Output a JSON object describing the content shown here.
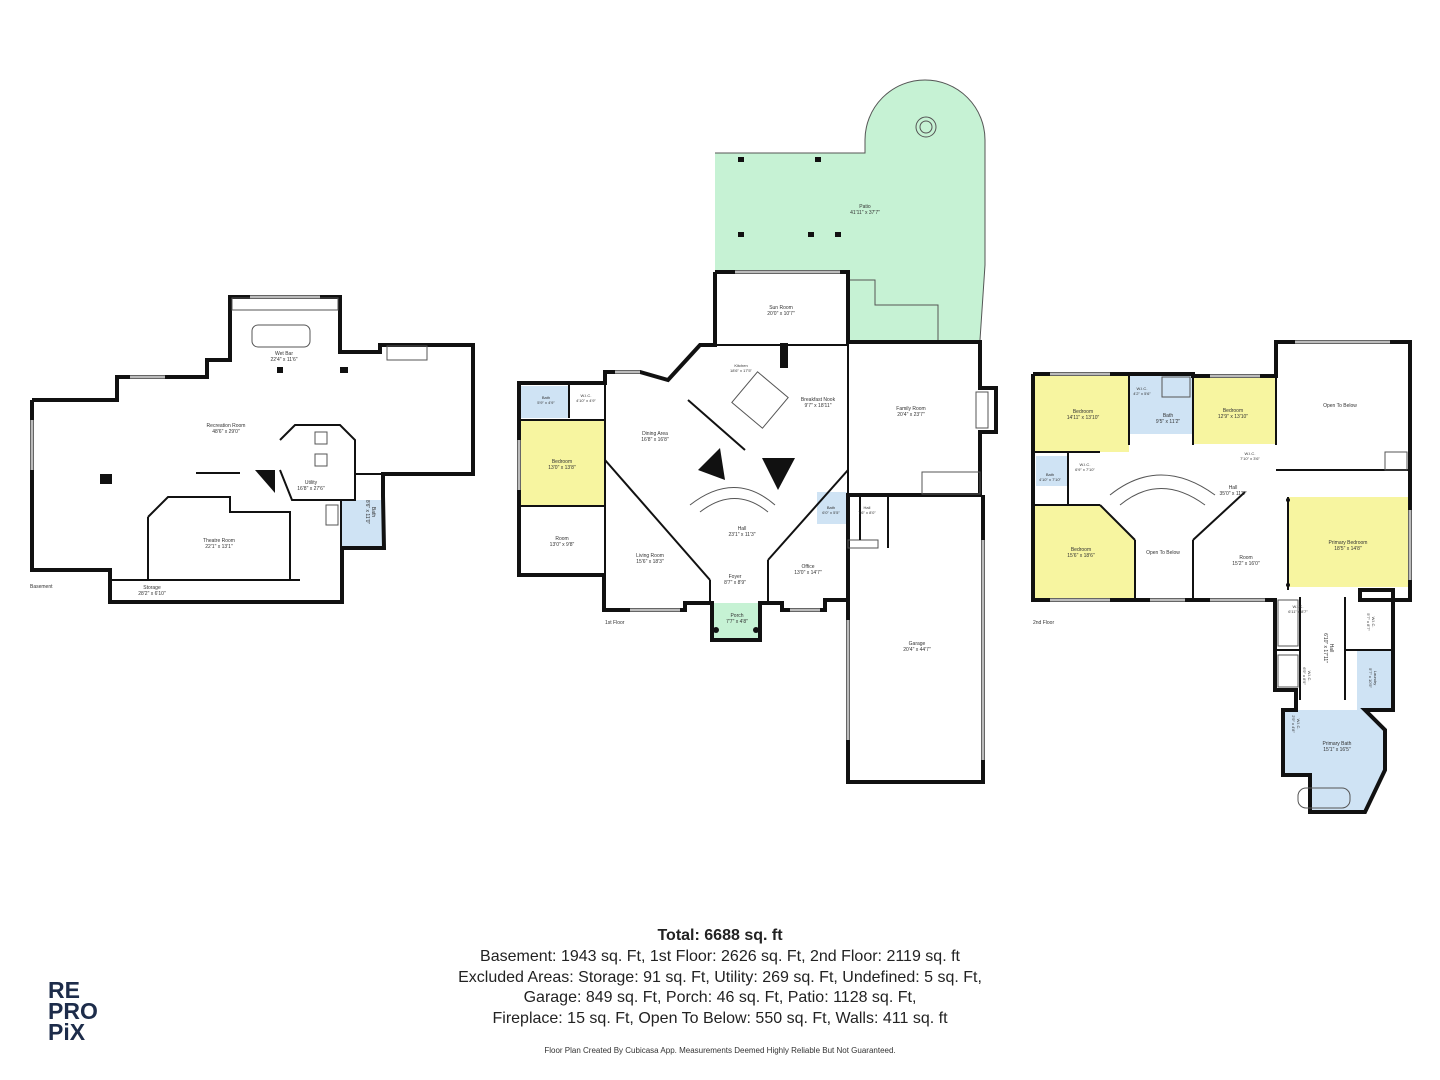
{
  "floors": [
    {
      "label": "Basement",
      "rooms": [
        {
          "name": "Wet Bar",
          "dims": "22'4\" x 11'6\""
        },
        {
          "name": "Recreation Room",
          "dims": "48'6\" x 29'0\""
        },
        {
          "name": "Utility",
          "dims": "16'8\" x 27'6\""
        },
        {
          "name": "Theatre Room",
          "dims": "22'1\" x 13'1\""
        },
        {
          "name": "Storage",
          "dims": "28'2\" x 6'10\""
        },
        {
          "name": "Bath",
          "dims": "8'6\" x 11'0\""
        }
      ]
    },
    {
      "label": "1st Floor",
      "rooms": [
        {
          "name": "Patio",
          "dims": "41'11\" x 37'7\""
        },
        {
          "name": "Sun Room",
          "dims": "20'0\" x 10'7\""
        },
        {
          "name": "Kitchen",
          "dims": "18'6\" x 17'5\""
        },
        {
          "name": "Breakfast Nook",
          "dims": "9'7\" x 18'11\""
        },
        {
          "name": "Family Room",
          "dims": "20'4\" x 23'7\""
        },
        {
          "name": "Bath",
          "dims": "5'9\" x 4'9\""
        },
        {
          "name": "W.I.C.",
          "dims": "4'10\" x 4'9\""
        },
        {
          "name": "Bedroom",
          "dims": "13'0\" x 13'8\""
        },
        {
          "name": "Dining Area",
          "dims": "16'8\" x 16'8\""
        },
        {
          "name": "Room",
          "dims": "13'0\" x 9'8\""
        },
        {
          "name": "Hall",
          "dims": "23'1\" x 11'3\""
        },
        {
          "name": "Living Room",
          "dims": "15'6\" x 18'3\""
        },
        {
          "name": "Foyer",
          "dims": "8'7\" x 8'9\""
        },
        {
          "name": "Porch",
          "dims": "7'7\" x 4'8\""
        },
        {
          "name": "Bath",
          "dims": "6'0\" x 5'5\""
        },
        {
          "name": "Hall",
          "dims": "7'6\" x 8'0\""
        },
        {
          "name": "Office",
          "dims": "13'0\" x 14'7\""
        },
        {
          "name": "Garage",
          "dims": "20'4\" x 44'7\""
        }
      ]
    },
    {
      "label": "2nd Floor",
      "rooms": [
        {
          "name": "Bedroom",
          "dims": "14'11\" x 13'10\""
        },
        {
          "name": "W.I.C.",
          "dims": "4'2\" x 5'6\""
        },
        {
          "name": "Bath",
          "dims": "9'5\" x 11'2\""
        },
        {
          "name": "Bedroom",
          "dims": "12'9\" x 13'10\""
        },
        {
          "name": "W.I.C.",
          "dims": "7'10\" x 3'6\""
        },
        {
          "name": "Open To Below",
          "dims": ""
        },
        {
          "name": "Bath",
          "dims": "4'10\" x 7'10\""
        },
        {
          "name": "W.I.C.",
          "dims": "6'9\" x 7'10\""
        },
        {
          "name": "Hall",
          "dims": "35'0\" x 11'5\""
        },
        {
          "name": "Bedroom",
          "dims": "15'6\" x 18'6\""
        },
        {
          "name": "Open To Below",
          "dims": ""
        },
        {
          "name": "Room",
          "dims": "15'2\" x 16'0\""
        },
        {
          "name": "Primary Bedroom",
          "dims": "18'5\" x 14'8\""
        },
        {
          "name": "W.I.C.",
          "dims": "6'11\" x 8'7\""
        },
        {
          "name": "Hall",
          "dims": "6'10\" x 17'11\""
        },
        {
          "name": "W.I.C.",
          "dims": "5'7\" x 8'7\""
        },
        {
          "name": "W.I.C.",
          "dims": "6'9\" x 8'9\""
        },
        {
          "name": "Laundry",
          "dims": "5'7\" x 10'5\""
        },
        {
          "name": "W.I.C.",
          "dims": "2'9\" x 4'8\""
        },
        {
          "name": "Primary Bath",
          "dims": "15'1\" x 16'5\""
        }
      ]
    }
  ],
  "summary": {
    "total": "Total: 6688 sq. ft",
    "lines": [
      "Basement: 1943 sq. Ft, 1st Floor: 2626 sq. Ft, 2nd Floor: 2119 sq. ft",
      "Excluded Areas: Storage: 91 sq. Ft, Utility: 269 sq. Ft, Undefined: 5 sq. Ft,",
      "Garage: 849 sq. Ft, Porch: 46 sq. Ft, Patio: 1128 sq. Ft,",
      "Fireplace: 15 sq. Ft, Open To Below: 550 sq. Ft, Walls: 411 sq. ft"
    ]
  },
  "footer": "Floor Plan Created By Cubicasa App. Measurements Deemed Highly Reliable But Not Guaranteed.",
  "logo": [
    "RE",
    "PRO",
    "PiX"
  ],
  "colors": {
    "bedroom": "#f7f5a0",
    "bath": "#cfe3f4",
    "outdoor": "#c6f2d4",
    "wall": "#111111",
    "logo": "#1d2c4a"
  }
}
